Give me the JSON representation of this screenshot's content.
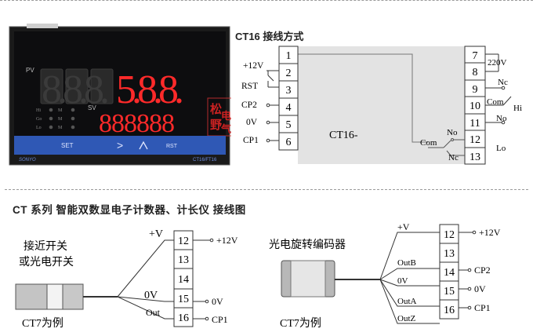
{
  "top_title": "CT16 接线方式",
  "mid_title": "CT 系列 智能双数显电子计数器、计长仪 接线图",
  "meter": {
    "pv_label": "PV",
    "sv_label": "SV",
    "pv_digits": "8.8.8.",
    "pv_value": "5.8.8.",
    "sv_digits": "888888",
    "leds": [
      "Hi",
      "Go",
      "Lo"
    ],
    "leds_right": [
      "M",
      "M",
      "M"
    ],
    "btn_set": "SET",
    "btn_shift": ">",
    "btn_up": "^",
    "btn_rst": "RST",
    "brand": "SONYO",
    "model": "CT16/FT16",
    "watermark": "松野电气"
  },
  "ct16": {
    "left_terminals": [
      "1",
      "2",
      "3",
      "4",
      "5",
      "6"
    ],
    "right_terminals": [
      "7",
      "8",
      "9",
      "10",
      "11",
      "12",
      "13"
    ],
    "left_labels": [
      "+12V",
      "RST",
      "CP2",
      "0V",
      "CP1"
    ],
    "right_labels": [
      "220V",
      "Nc",
      "Com",
      "No",
      "Hi",
      "No",
      "Com",
      "Nc",
      "Lo"
    ],
    "center_label": "CT16-"
  },
  "prox": {
    "caption_line1": "接近开关",
    "caption_line2": "或光电开关",
    "example": "CT7为例",
    "terminals": [
      "12",
      "13",
      "14",
      "15",
      "16"
    ],
    "wire_labels": [
      "+V",
      "0V",
      "Out"
    ],
    "pin_labels": [
      "+12V",
      "0V",
      "CP1"
    ]
  },
  "encoder": {
    "caption": "光电旋转编码器",
    "example": "CT7为例",
    "terminals": [
      "12",
      "13",
      "14",
      "15",
      "16"
    ],
    "wire_labels": [
      "+V",
      "OutB",
      "0V",
      "OutA",
      "OutZ"
    ],
    "pin_labels": [
      "+12V",
      "CP2",
      "0V",
      "CP1"
    ]
  }
}
